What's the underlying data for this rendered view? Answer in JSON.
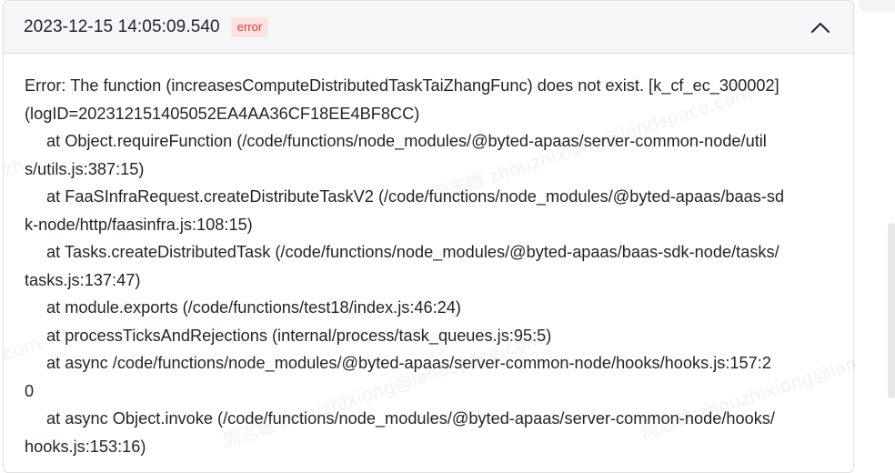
{
  "log_entry": {
    "timestamp": "2023-12-15 14:05:09.540",
    "level": "error",
    "message_lines": [
      {
        "indent": false,
        "text": "Error: The function (increasesComputeDistributedTaskTaiZhangFunc) does not exist. [k_cf_ec_300002]"
      },
      {
        "indent": false,
        "text": "(logID=202312151405052EA4AA36CF18EE4BF8CC)"
      },
      {
        "indent": true,
        "text": "at Object.requireFunction (/code/functions/node_modules/@byted-apaas/server-common-node/util"
      },
      {
        "indent": false,
        "text": "s/utils.js:387:15)"
      },
      {
        "indent": true,
        "text": "at FaaSInfraRequest.createDistributeTaskV2 (/code/functions/node_modules/@byted-apaas/baas-sd"
      },
      {
        "indent": false,
        "text": "k-node/http/faasinfra.js:108:15)"
      },
      {
        "indent": true,
        "text": "at Tasks.createDistributedTask (/code/functions/node_modules/@byted-apaas/baas-sdk-node/tasks/"
      },
      {
        "indent": false,
        "text": "tasks.js:137:47)"
      },
      {
        "indent": true,
        "text": "at module.exports (/code/functions/test18/index.js:46:24)"
      },
      {
        "indent": true,
        "text": "at processTicksAndRejections (internal/process/task_queues.js:95:5)"
      },
      {
        "indent": true,
        "text": "at async /code/functions/node_modules/@byted-apaas/server-common-node/hooks/hooks.js:157:2"
      },
      {
        "indent": false,
        "text": "0"
      },
      {
        "indent": true,
        "text": "at async Object.invoke (/code/functions/node_modules/@byted-apaas/server-common-node/hooks/"
      },
      {
        "indent": false,
        "text": "hooks.js:153:16)"
      }
    ]
  },
  "icons": {
    "collapse": "chevron-up-icon"
  },
  "colors": {
    "error_text": "#d83931",
    "error_bg": "#fde2e2",
    "header_bg": "#f5f6f7"
  }
}
